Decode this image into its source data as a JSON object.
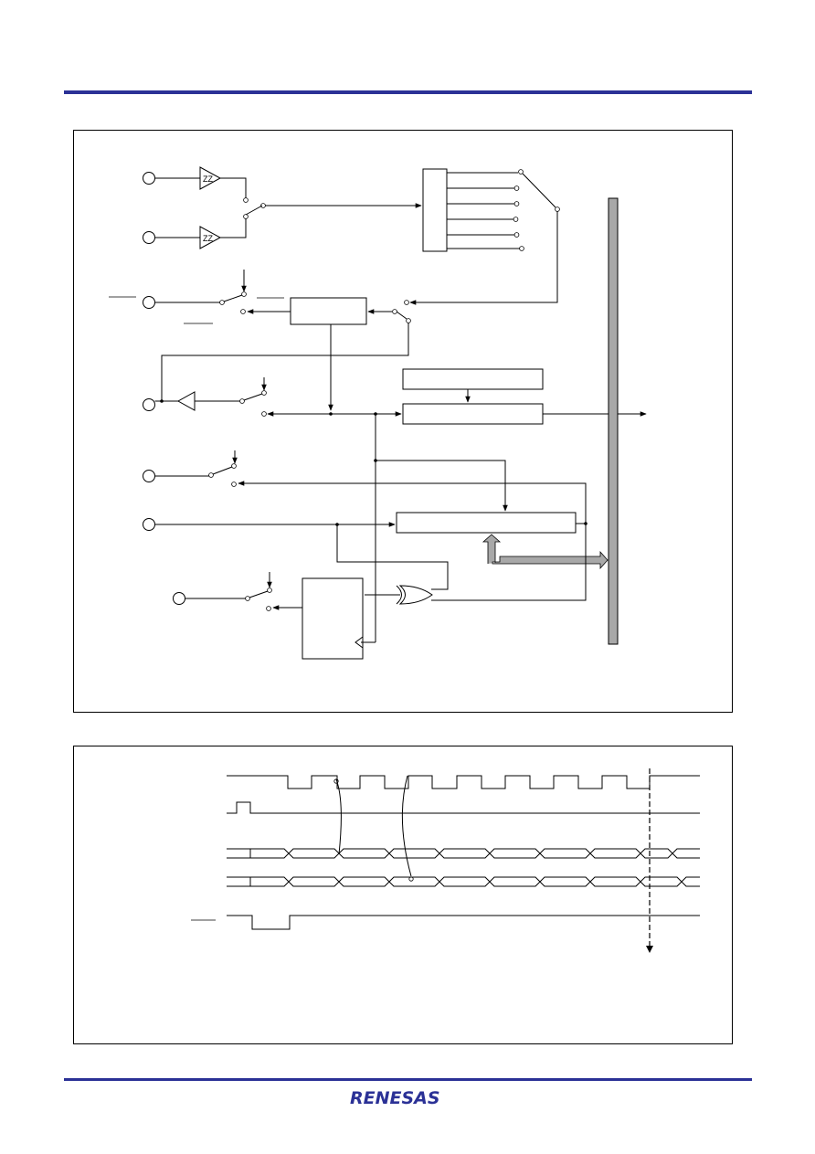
{
  "colors": {
    "brand_blue": "#2b3196",
    "bus_gray": "#a8a8a8",
    "line": "#000000"
  },
  "footer": {
    "logo_text": "RENESAS"
  },
  "block_diagram": {
    "schmitt_symbol_1": "ZZ",
    "schmitt_symbol_2": "ZZ"
  },
  "timing_diagram": {
    "clock_pulse_count": 8
  },
  "icons": {
    "logo": "renesas-logo-icon",
    "arrow": "arrow-icon",
    "pin": "pin-terminal-icon"
  }
}
